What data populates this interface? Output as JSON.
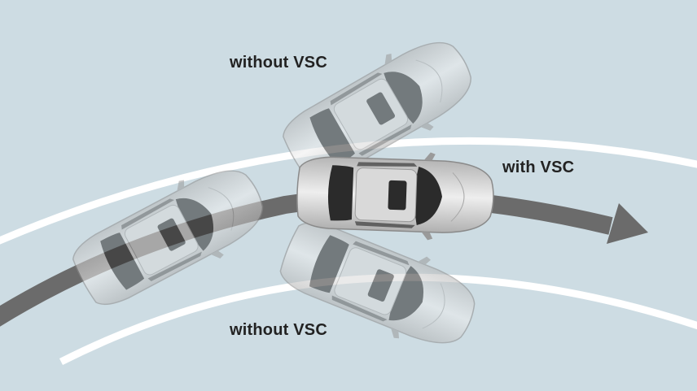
{
  "labels": {
    "without_top": "without VSC",
    "with": "with VSC",
    "without_bottom": "without VSC"
  },
  "colors": {
    "background": "#cddce3",
    "road_line": "#ffffff",
    "path_arrow": "#6b6b6b",
    "car_body": "#cfcfcf",
    "glass": "#2b2b2b",
    "text": "#222222"
  }
}
